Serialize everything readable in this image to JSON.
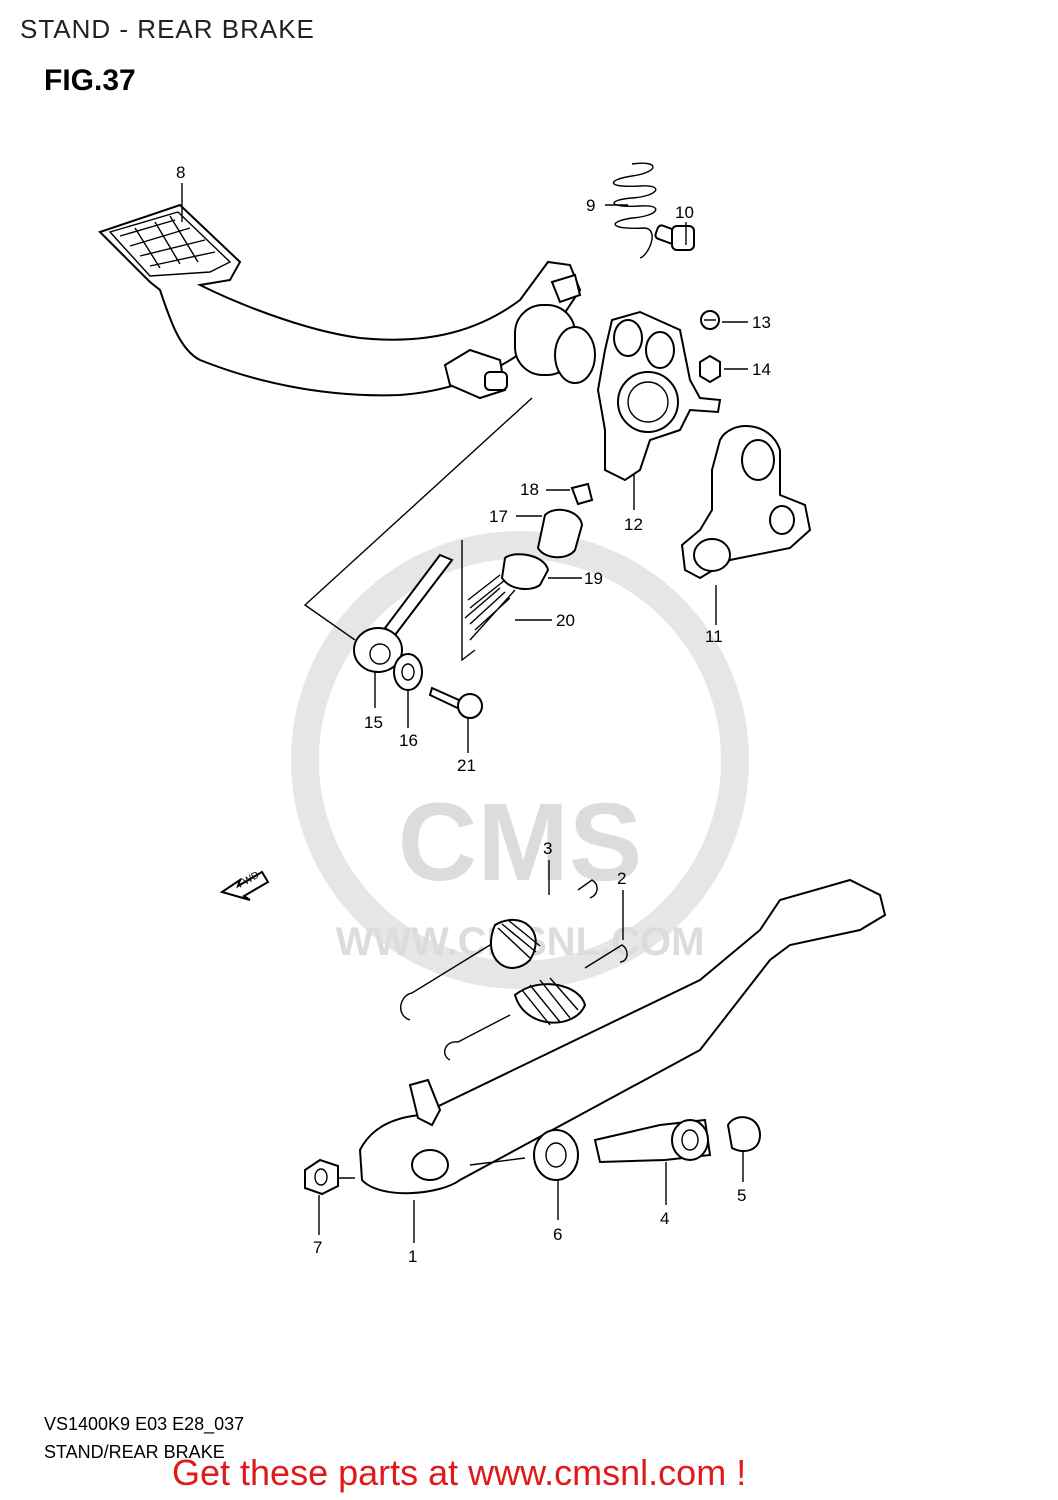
{
  "header": {
    "title": "STAND - REAR BRAKE"
  },
  "figure": {
    "label": "FIG.37"
  },
  "watermark": {
    "brand": "CMS",
    "url": "WWW.CMSNL.COM"
  },
  "fwd_label": "FWD",
  "parts": {
    "p1": "1",
    "p2": "2",
    "p3": "3",
    "p4": "4",
    "p5": "5",
    "p6": "6",
    "p7": "7",
    "p8": "8",
    "p9": "9",
    "p10": "10",
    "p11": "11",
    "p12": "12",
    "p13": "13",
    "p14": "14",
    "p15": "15",
    "p16": "16",
    "p17": "17",
    "p18": "18",
    "p19": "19",
    "p20": "20",
    "p21": "21"
  },
  "footer": {
    "code": "VS1400K9 E03 E28_037",
    "subtitle": "STAND/REAR BRAKE",
    "cta": "Get these parts at www.cmsnl.com !",
    "cta_color": "#e0191b"
  }
}
